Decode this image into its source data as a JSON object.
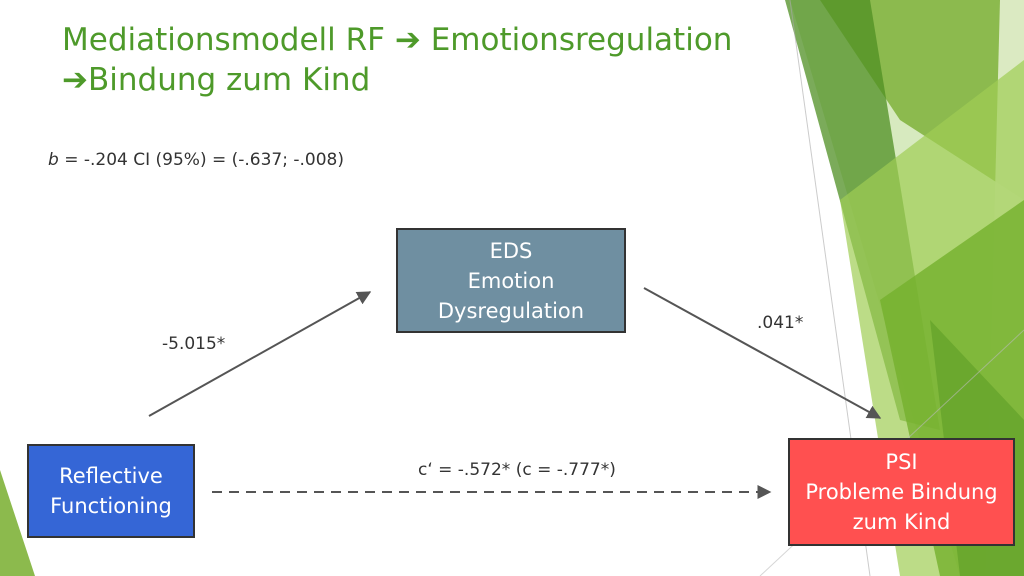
{
  "title": {
    "part1": "Mediationsmodell RF ",
    "arrow1": "➔",
    "part2": " Emotionsregulation",
    "arrow2": "➔",
    "part3": "Bindung zum Kind"
  },
  "indirect_effect": {
    "b_symbol": "b",
    "text": " = -.204 CI (95%) = (-.637; -.008)"
  },
  "nodes": {
    "mediator": {
      "line1": "EDS",
      "line2": "Emotion",
      "line3": "Dysregulation"
    },
    "predictor": {
      "line1": "Reflective",
      "line2": "Functioning"
    },
    "outcome": {
      "line1": "PSI",
      "line2": "Probleme Bindung",
      "line3": "zum Kind"
    }
  },
  "paths": {
    "a": "-5.015*",
    "b": ".041*",
    "c": "c‘ = -.572* (c = -.777*)"
  },
  "colors": {
    "title": "#4e9a2a",
    "mediator_fill": "#6f8fa1",
    "predictor_fill": "#3566d6",
    "outcome_fill": "#ff5050",
    "accent_green": "#8cc63f"
  }
}
